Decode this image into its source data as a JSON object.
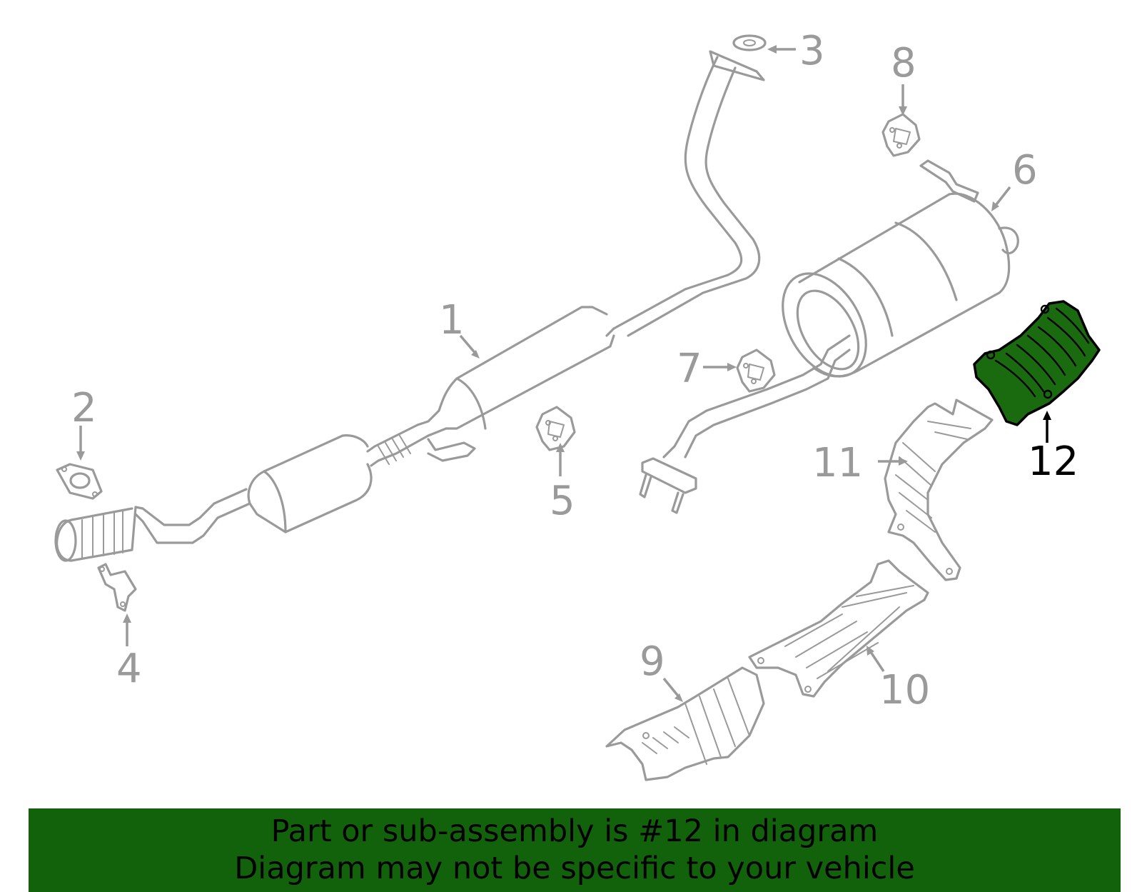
{
  "diagram": {
    "callouts": [
      {
        "id": "1",
        "label": "1",
        "highlighted": false
      },
      {
        "id": "2",
        "label": "2",
        "highlighted": false
      },
      {
        "id": "3",
        "label": "3",
        "highlighted": false
      },
      {
        "id": "4",
        "label": "4",
        "highlighted": false
      },
      {
        "id": "5",
        "label": "5",
        "highlighted": false
      },
      {
        "id": "6",
        "label": "6",
        "highlighted": false
      },
      {
        "id": "7",
        "label": "7",
        "highlighted": false
      },
      {
        "id": "8",
        "label": "8",
        "highlighted": false
      },
      {
        "id": "9",
        "label": "9",
        "highlighted": false
      },
      {
        "id": "10",
        "label": "10",
        "highlighted": false
      },
      {
        "id": "11",
        "label": "11",
        "highlighted": false
      },
      {
        "id": "12",
        "label": "12",
        "highlighted": true
      }
    ],
    "colors": {
      "part_outline": "#9a9a9a",
      "highlight_fill": "#1a6b10",
      "banner_bg": "#12620c",
      "active_text": "#000000"
    }
  },
  "banner": {
    "line1": "Part or sub-assembly is #12 in diagram",
    "line2": "Diagram may not be specific to your vehicle"
  }
}
